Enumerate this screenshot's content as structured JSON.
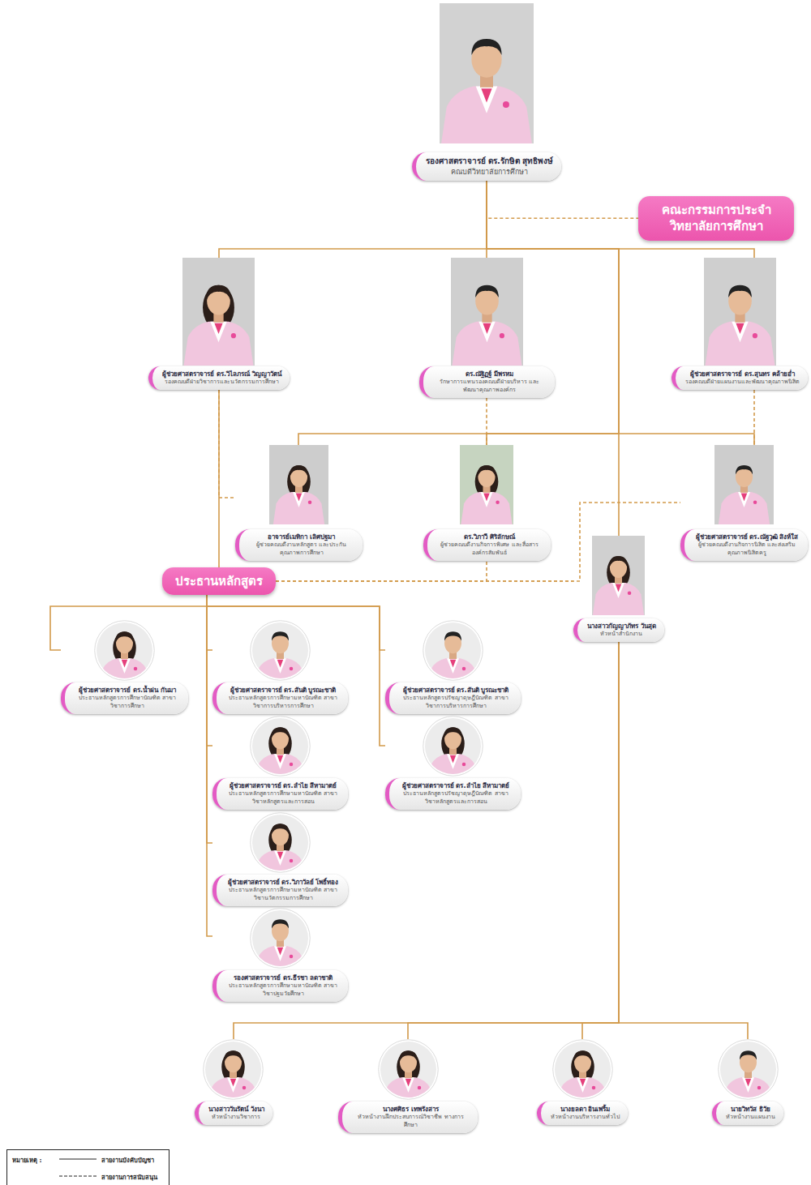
{
  "diagram": {
    "nodes": [
      {
        "text": [
          "รองศาสตราจารย์ ดร.รักษิต สุทธิพงษ์",
          "คณบดีวิทยาลัยการศึกษา"
        ]
      },
      {
        "text": [
          "คณะกรรมการประจำ วิทยาลัยการศึกษา"
        ]
      },
      {
        "text": [
          "ผู้ช่วยศาสตราจารย์ ดร.วิไลภรณ์ วิญญาวัตน์",
          "รองคณบดีฝ่ายวิชาการและนวัตกรรมการศึกษา"
        ]
      },
      {
        "text": [
          "ดร.ณัฐิฏฐ์ มีพรหม",
          "รักษาการแทนรองคณบดีฝ่ายบริหาร และพัฒนาคุณภาพองค์กร"
        ]
      },
      {
        "text": [
          "ผู้ช่วยศาสตราจารย์ ดร.สุนทร คล้ายอ่ำ",
          "รองคณบดีฝ่ายแผนงานและพัฒนาคุณภาพนิสิต"
        ]
      },
      {
        "text": [
          "อาจารย์เมทิกา เลิศปฐมา",
          "ผู้ช่วยคณบดีงานหลักสูตร และประกันคุณภาพการศึกษา"
        ]
      },
      {
        "text": [
          "ดร.วิภาวี ศิริลักษณ์",
          "ผู้ช่วยคณบดีงานกิจการพิเศษ และสื่อสารองค์กรสัมพันธ์"
        ]
      },
      {
        "text": [
          "ผู้ช่วยศาสตราจารย์ ดร.ณัฐวุฒิ สิงห์ใส",
          "ผู้ช่วยคณบดีงานกิจการนิสิต และส่งเสริมคุณภาพนิสิตครู"
        ]
      },
      {
        "text": [
          "นางสาวกัญญาภัทร วันสุด",
          "หัวหน้าสำนักงาน"
        ]
      },
      {
        "text": [
          "ประธานหลักสูตร"
        ]
      },
      {
        "text": [
          "ผู้ช่วยศาสตราจารย์ ดร.น้ำฝน กันมา",
          "ประธานหลักสูตรการศึกษาบัณฑิต สาขาวิชาการศึกษา"
        ]
      },
      {
        "text": [
          "ผู้ช่วยศาสตราจารย์ ดร.สันติ บูรณะชาติ",
          "ประธานหลักสูตรการศึกษามหาบัณฑิต สาขาวิชาการบริหารการศึกษา"
        ]
      },
      {
        "text": [
          "ผู้ช่วยศาสตราจารย์ ดร.สันติ บูรณะชาติ",
          "ประธานหลักสูตรปรัชญาดุษฎีบัณฑิต สาขาวิชาการบริหารการศึกษา"
        ]
      },
      {
        "text": [
          "ผู้ช่วยศาสตราจารย์ ดร.ลำไย สีหามาตย์",
          "ประธานหลักสูตรการศึกษามหาบัณฑิต สาขาวิชาหลักสูตรและการสอน"
        ]
      },
      {
        "text": [
          "ผู้ช่วยศาสตราจารย์ ดร.ลำไย สีหามาตย์",
          "ประธานหลักสูตรปรัชญาดุษฎีบัณฑิต สาขาวิชาหลักสูตรและการสอน"
        ]
      },
      {
        "text": [
          "ผู้ช่วยศาสตราจารย์ ดร.วิภาวัลย์ โพธิ์ทอง",
          "ประธานหลักสูตรการศึกษามหาบัณฑิต สาขาวิชานวัตกรรมการศึกษา"
        ]
      },
      {
        "text": [
          "รองศาสตราจารย์ ดร.ธีรชา ลดาชาติ",
          "ประธานหลักสูตรการศึกษามหาบัณฑิต สาขาวิชาปฐมวัยศึกษา"
        ]
      },
      {
        "text": [
          "นางสาววันรัตน์ วังนา",
          "หัวหน้างานวิชาการ"
        ]
      },
      {
        "text": [
          "นางศศิธร เทพรังสาร",
          "หัวหน้างานฝึกประสบการณ์วิชาชีพ ทางการศึกษา"
        ]
      },
      {
        "text": [
          "นางยลดา อินเพริ้ม",
          "หัวหน้างานบริหารงานทั่วไป"
        ]
      },
      {
        "text": [
          "นายวิทวัส ธิวัย",
          "หัวหน้างานแผนงาน"
        ]
      }
    ],
    "edges": [
      {
        "from": 0,
        "to": 1,
        "arrow": "none"
      },
      {
        "from": 0,
        "to": 2,
        "arrow": "none"
      },
      {
        "from": 0,
        "to": 3,
        "arrow": "none"
      },
      {
        "from": 0,
        "to": 4,
        "arrow": "none"
      },
      {
        "from": 0,
        "to": 8,
        "arrow": "none"
      },
      {
        "from": 0,
        "to": 5,
        "arrow": "none"
      },
      {
        "from": 0,
        "to": 6,
        "arrow": "none"
      },
      {
        "from": 0,
        "to": 7,
        "arrow": "none"
      },
      {
        "from": 2,
        "to": 5,
        "arrow": "none"
      },
      {
        "from": 3,
        "to": 6,
        "arrow": "none"
      },
      {
        "from": 4,
        "to": 7,
        "arrow": "none"
      },
      {
        "from": 2,
        "to": 9,
        "arrow": "none"
      },
      {
        "from": 9,
        "to": 8,
        "arrow": "none"
      },
      {
        "from": 9,
        "to": 6,
        "arrow": "none"
      },
      {
        "from": 9,
        "to": 7,
        "arrow": "none"
      },
      {
        "from": 9,
        "to": 10,
        "arrow": "none"
      },
      {
        "from": 9,
        "to": 11,
        "arrow": "none"
      },
      {
        "from": 9,
        "to": 12,
        "arrow": "none"
      },
      {
        "from": 9,
        "to": 13,
        "arrow": "none"
      },
      {
        "from": 9,
        "to": 14,
        "arrow": "none"
      },
      {
        "from": 9,
        "to": 15,
        "arrow": "none"
      },
      {
        "from": 9,
        "to": 16,
        "arrow": "none"
      },
      {
        "from": 8,
        "to": 17,
        "arrow": "none"
      },
      {
        "from": 8,
        "to": 18,
        "arrow": "none"
      },
      {
        "from": 8,
        "to": 19,
        "arrow": "none"
      },
      {
        "from": 8,
        "to": 20,
        "arrow": "none"
      }
    ],
    "labels": [
      "หมายเหตุ :"
    ],
    "legend": [
      {
        "text": "สายงานบังคับบัญชา"
      },
      {
        "text": "สายงานการสนับสนุน"
      }
    ]
  }
}
